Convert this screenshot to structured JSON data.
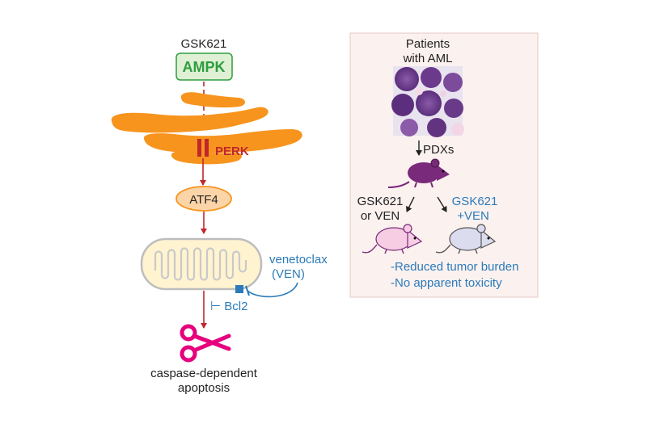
{
  "pathway": {
    "drug_top": "GSK621",
    "ampk": "AMPK",
    "perk": "PERK",
    "atf4": "ATF4",
    "venetoclax": "venetoclax",
    "ven_abbrev": "(VEN)",
    "bcl2": "⊢ Bcl2",
    "outcome_line1": "caspase-dependent",
    "outcome_line2": "apoptosis"
  },
  "study": {
    "title_line1": "Patients",
    "title_line2": "with AML",
    "pdx": "PDXs",
    "single_line1": "GSK621",
    "single_line2": "or VEN",
    "combo_line1": "GSK621",
    "combo_line2": "+VEN",
    "result1": "-Reduced tumor burden",
    "result2": "-No apparent toxicity"
  },
  "colors": {
    "red": "#c0272d",
    "green_text": "#2e9e3f",
    "green_fill": "#dff0d4",
    "orange": "#f7941d",
    "blue": "#2b7bba",
    "magenta": "#e6007e",
    "panel_bg": "#fbf1ef",
    "panel_border": "#e6c9c4",
    "mouse_purple": "#7a2a7a",
    "mouse_pink": "#f6cde3",
    "mouse_lavender": "#dcdcef"
  },
  "icons": [
    "ampk-box",
    "er-membrane-shape",
    "perk-receptor-icon",
    "mitochondrion-icon",
    "scissors-icon",
    "microscopy-image",
    "mouse-icon"
  ]
}
